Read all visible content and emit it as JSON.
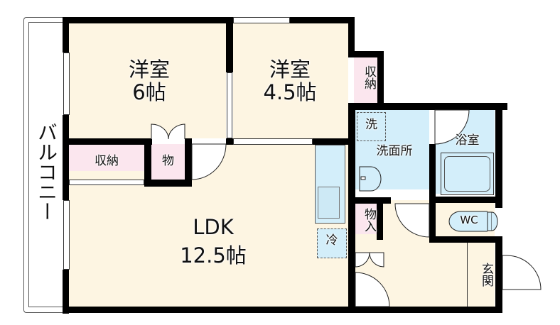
{
  "plan": {
    "rooms": {
      "western_6": {
        "name": "洋室",
        "size": "6帖"
      },
      "western_45": {
        "name": "洋室",
        "size": "4.5帖"
      },
      "ldk": {
        "name": "LDK",
        "size": "12.5帖"
      },
      "storage_right": {
        "label": "収納"
      },
      "storage_left": {
        "label": "収納"
      },
      "closet_mono": {
        "label": "物"
      },
      "washroom": {
        "label": "洗面所"
      },
      "washer": {
        "label": "洗"
      },
      "bath": {
        "label": "浴室"
      },
      "wc": {
        "label": "WC"
      },
      "storage_mono_iri": {
        "label": "物入"
      },
      "fridge": {
        "label": "冷"
      },
      "entrance": {
        "label": "玄関"
      },
      "balcony": {
        "label": "バルコニー"
      }
    },
    "colors": {
      "living": "#fdf5e2",
      "storage": "#fbe6ee",
      "wet": "#d3eefa",
      "wall": "#000000"
    }
  }
}
